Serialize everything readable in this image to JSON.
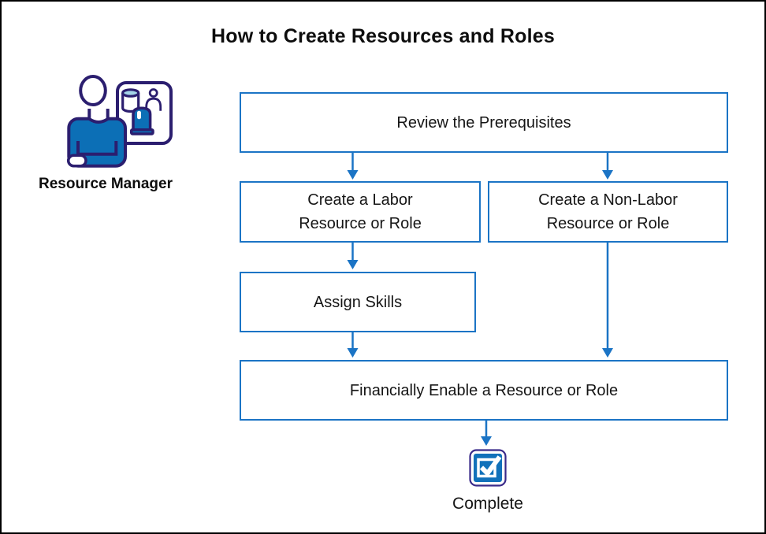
{
  "title": "How to Create Resources and Roles",
  "persona": {
    "label": "Resource Manager",
    "icon": "resource-manager-icon"
  },
  "flow": {
    "steps": {
      "review": {
        "label": "Review the Prerequisites"
      },
      "create_labor": {
        "label": "Create a Labor\nResource or Role"
      },
      "create_non_labor": {
        "label": "Create a Non-Labor\nResource or Role"
      },
      "assign_skills": {
        "label": "Assign Skills"
      },
      "financially_enable": {
        "label": "Financially Enable a Resource or Role"
      }
    },
    "edges": [
      "review -> create_labor",
      "review -> create_non_labor",
      "create_labor -> assign_skills",
      "assign_skills -> financially_enable",
      "create_non_labor -> financially_enable",
      "financially_enable -> complete"
    ],
    "terminal": {
      "label": "Complete",
      "icon": "complete-checkbox-icon"
    }
  },
  "colors": {
    "box_border": "#1B74C5",
    "arrow": "#1B74C5",
    "icon_outline": "#2B1E6F",
    "icon_blue": "#0C6FB6",
    "cylinder_top": "#A5D5E8",
    "checkbox_border": "#3A2B8A",
    "checkbox_fill": "#1171BA",
    "text": "#151515",
    "frame": "#000000"
  }
}
